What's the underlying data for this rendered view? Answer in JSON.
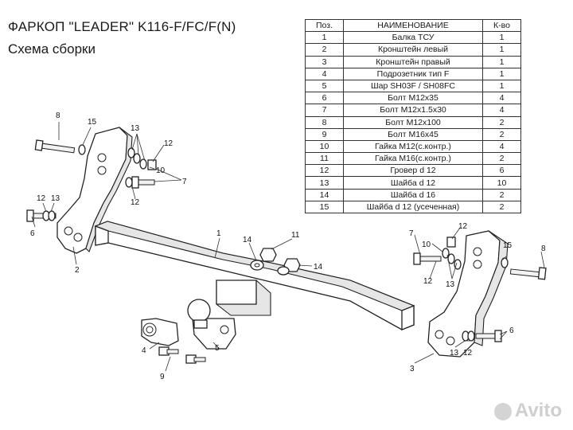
{
  "header": {
    "title": "ФАРКОП \"LEADER\" K116-F/FC/F(N)",
    "subtitle": "Схема сборки"
  },
  "spec_table": {
    "columns": [
      "Поз.",
      "НАИМЕНОВАНИЕ",
      "К-во"
    ],
    "rows": [
      [
        "1",
        "Балка ТСУ",
        "1"
      ],
      [
        "2",
        "Кронштейн левый",
        "1"
      ],
      [
        "3",
        "Кронштейн правый",
        "1"
      ],
      [
        "4",
        "Подрозетник тип F",
        "1"
      ],
      [
        "5",
        "Шар SH03F / SH08FC",
        "1"
      ],
      [
        "6",
        "Болт М12х35",
        "4"
      ],
      [
        "7",
        "Болт М12х1.5х30",
        "4"
      ],
      [
        "8",
        "Болт М12х100",
        "2"
      ],
      [
        "9",
        "Болт М16х45",
        "2"
      ],
      [
        "10",
        "Гайка М12(с.контр.)",
        "4"
      ],
      [
        "11",
        "Гайка М16(с.контр.)",
        "2"
      ],
      [
        "12",
        "Гровер d 12",
        "6"
      ],
      [
        "13",
        "Шайба d 12",
        "10"
      ],
      [
        "14",
        "Шайба d 16",
        "2"
      ],
      [
        "15",
        "Шайба d 12 (усеченная)",
        "2"
      ]
    ]
  },
  "callouts": {
    "c8_left": "8",
    "c15_left": "15",
    "c13_left": "13",
    "c12_left_a": "12",
    "c10_left": "10",
    "c7_left": "7",
    "c12_left_b": "12",
    "c12_left_c": "12",
    "c13_left_b": "13",
    "c6_left": "6",
    "c2": "2",
    "c1": "1",
    "c14_a": "14",
    "c11": "11",
    "c14_b": "14",
    "c4": "4",
    "c5": "5",
    "c9": "9",
    "c3": "3",
    "c7_right": "7",
    "c10_right": "10",
    "c12_right_a": "12",
    "c13_right": "13",
    "c12_right_b": "12",
    "c15_right": "15",
    "c8_right": "8",
    "c6_right": "6",
    "c13_right_b": "13",
    "c12_right_c": "12"
  },
  "watermark": {
    "text": "Avito"
  }
}
